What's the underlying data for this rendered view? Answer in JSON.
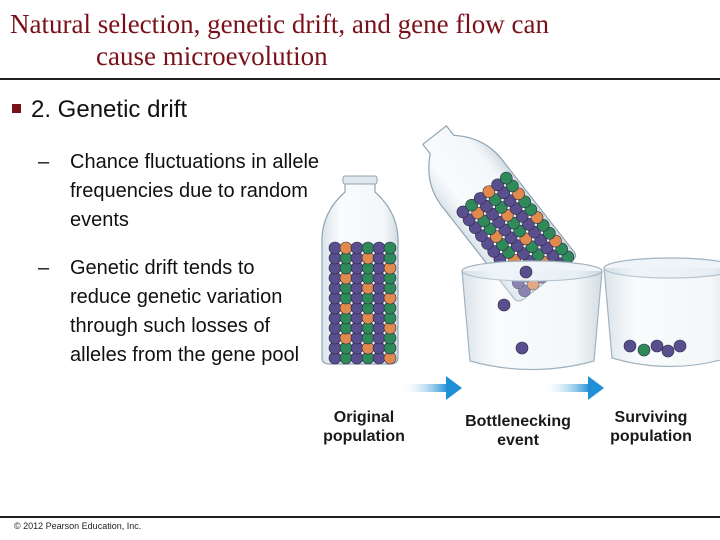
{
  "slide": {
    "title_line1": "Natural selection, genetic drift, and gene flow can",
    "title_line2": "cause microevolution",
    "bullet": "2. Genetic drift",
    "subpoints": [
      "Chance fluctuations in allele frequencies due to random events",
      "Genetic drift tends to reduce genetic variation through such losses of alleles from the gene pool"
    ],
    "dash": "–",
    "copyright": "© 2012 Pearson Education, Inc."
  },
  "figure": {
    "captions": [
      {
        "line1": "Original",
        "line2": "population"
      },
      {
        "line1": "Bottlenecking",
        "line2": "event"
      },
      {
        "line1": "Surviving",
        "line2": "population"
      }
    ],
    "bead_colors": {
      "purple": "#5a4f8e",
      "green": "#2f8a5a",
      "orange": "#e08a4e"
    }
  },
  "colors": {
    "title": "#7a1018",
    "accent": "#7a1018",
    "arrow": "#1f8fd6"
  }
}
